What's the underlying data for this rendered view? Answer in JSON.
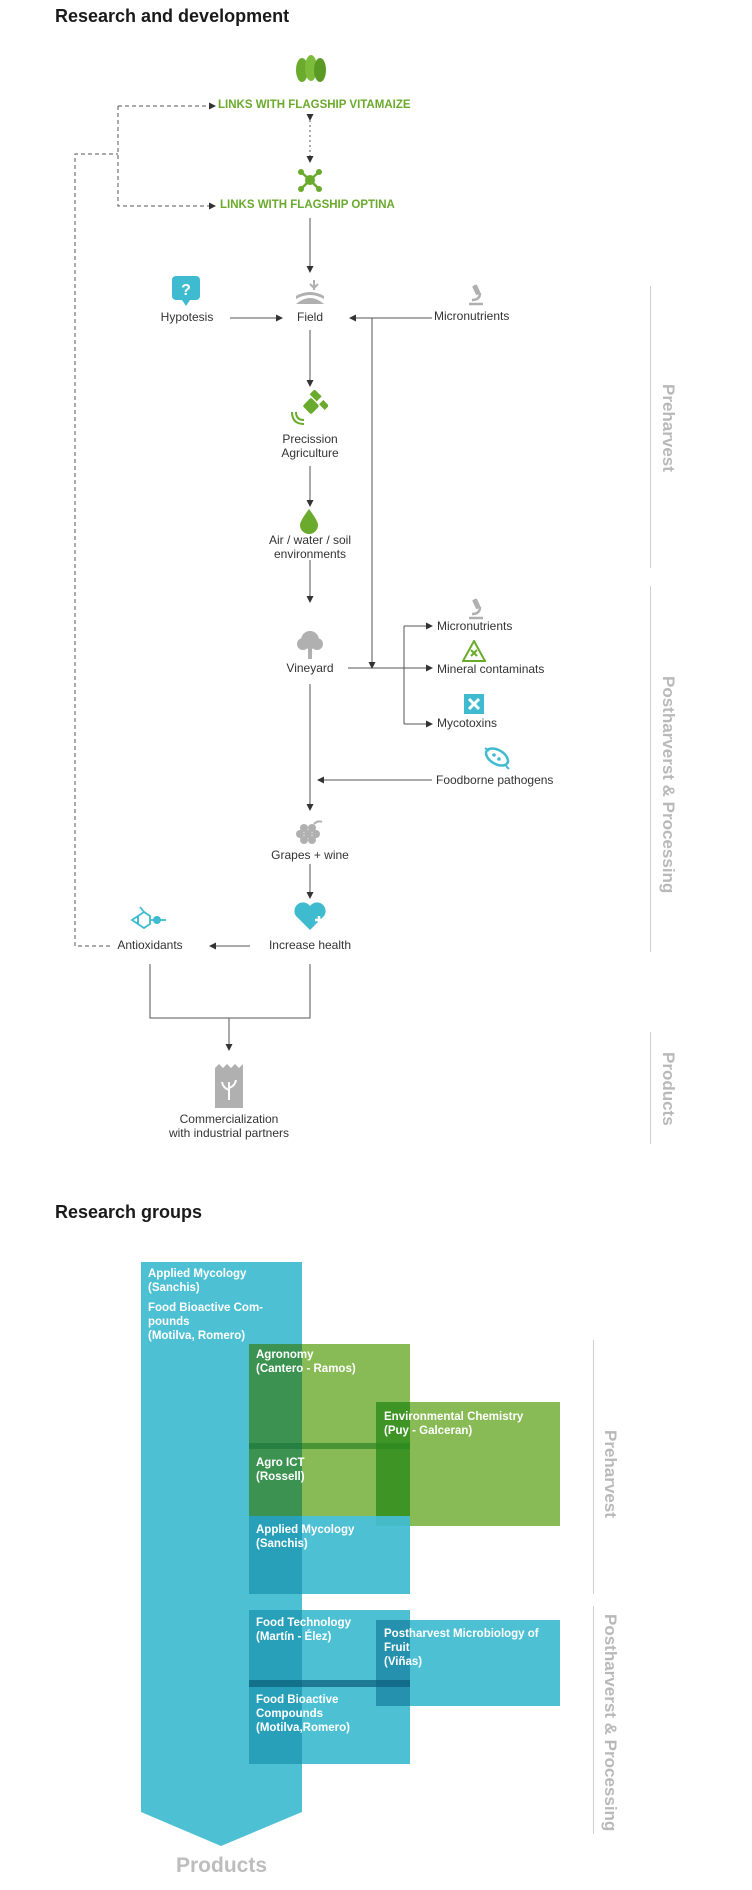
{
  "sections": {
    "rd_title": "Research and development",
    "groups_title": "Research groups"
  },
  "flagships": {
    "vitamaize": "LINKS WITH FLAGSHIP VITAMAIZE",
    "optina": "LINKS WITH FLAGSHIP OPTINA"
  },
  "nodes": {
    "hypotesis": "Hypotesis",
    "field": "Field",
    "micronutrients_pre": "Micronutrients",
    "precission_1": "Precission",
    "precission_2": "Agriculture",
    "air_1": "Air / water / soil",
    "air_2": "environments",
    "vineyard": "Vineyard",
    "micronutrients_post": "Micronutrients",
    "mineral": "Mineral contaminats",
    "mycotoxins": "Mycotoxins",
    "foodborne": "Foodborne pathogens",
    "grapes": "Grapes + wine",
    "health": "Increase health",
    "antioxidants": "Antioxidants",
    "commercial_1": "Commercialization",
    "commercial_2": "with industrial partners"
  },
  "side_labels": {
    "preharvest": "Preharvest",
    "postharvest": "Postharverst & Processing",
    "products": "Products"
  },
  "groups": {
    "applied_mycology_top": [
      "Applied Mycology",
      "(Sanchis)"
    ],
    "food_bioactive_top": [
      "Food Bioactive Com-",
      "pounds",
      "(Motilva, Romero)"
    ],
    "agronomy": [
      "Agronomy",
      "(Cantero - Ramos)"
    ],
    "env_chem": [
      "Environmental Chemistry",
      "(Puy - Galceran)"
    ],
    "agro_ict": [
      "Agro ICT",
      "(Rossell)"
    ],
    "applied_mycology": [
      "Applied Mycology",
      "(Sanchis)"
    ],
    "food_tech": [
      "Food Technology",
      "(Martín - Élez)"
    ],
    "postharvest_micro": [
      "Postharvest Microbiology of",
      "Fruit",
      "(Viñas)"
    ],
    "food_bioactive": [
      "Food Bioactive",
      "Compounds",
      "(Motilva,Romero)"
    ]
  },
  "groups_side": {
    "preharvest": "Preharvest",
    "postharvest": "Postharverst & Processing"
  },
  "products_bottom": "Products",
  "colors": {
    "green": "#6aaa2c",
    "teal": "#3fbbd0",
    "gray": "#b0b0b0"
  }
}
